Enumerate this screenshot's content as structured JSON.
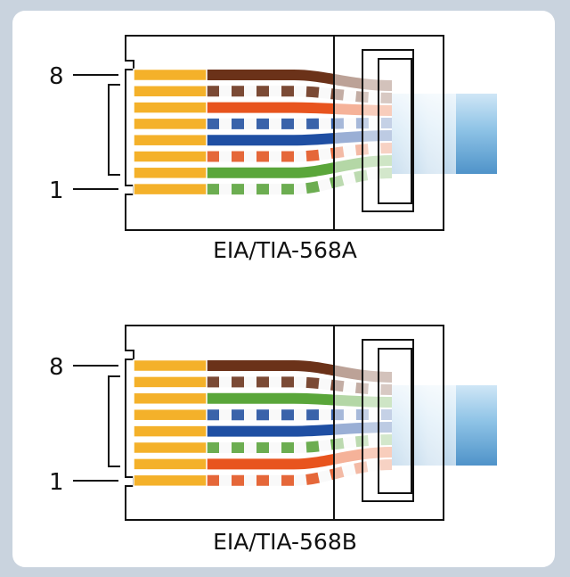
{
  "diagrams": [
    {
      "standard": "EIA/TIA-568A",
      "pin_top_label": "8",
      "pin_bottom_label": "1",
      "wires_pin8_to_pin1": [
        {
          "color": "brown",
          "stripe": false
        },
        {
          "color": "brown",
          "stripe": true
        },
        {
          "color": "orange",
          "stripe": false
        },
        {
          "color": "blue",
          "stripe": true
        },
        {
          "color": "blue",
          "stripe": false
        },
        {
          "color": "orange",
          "stripe": true
        },
        {
          "color": "green",
          "stripe": false
        },
        {
          "color": "green",
          "stripe": true
        }
      ]
    },
    {
      "standard": "EIA/TIA-568B",
      "pin_top_label": "8",
      "pin_bottom_label": "1",
      "wires_pin8_to_pin1": [
        {
          "color": "brown",
          "stripe": false
        },
        {
          "color": "brown",
          "stripe": true
        },
        {
          "color": "green",
          "stripe": false
        },
        {
          "color": "blue",
          "stripe": true
        },
        {
          "color": "blue",
          "stripe": false
        },
        {
          "color": "green",
          "stripe": true
        },
        {
          "color": "orange",
          "stripe": false
        },
        {
          "color": "orange",
          "stripe": true
        }
      ]
    }
  ],
  "colors": {
    "brown": "#6b3219",
    "orange": "#e8541e",
    "blue": "#1f4fa3",
    "green": "#5aa63a",
    "contact": "#f4b12a",
    "cable": "#8ec3e6",
    "page_background": "#c9d3de",
    "panel_background": "#ffffff"
  }
}
